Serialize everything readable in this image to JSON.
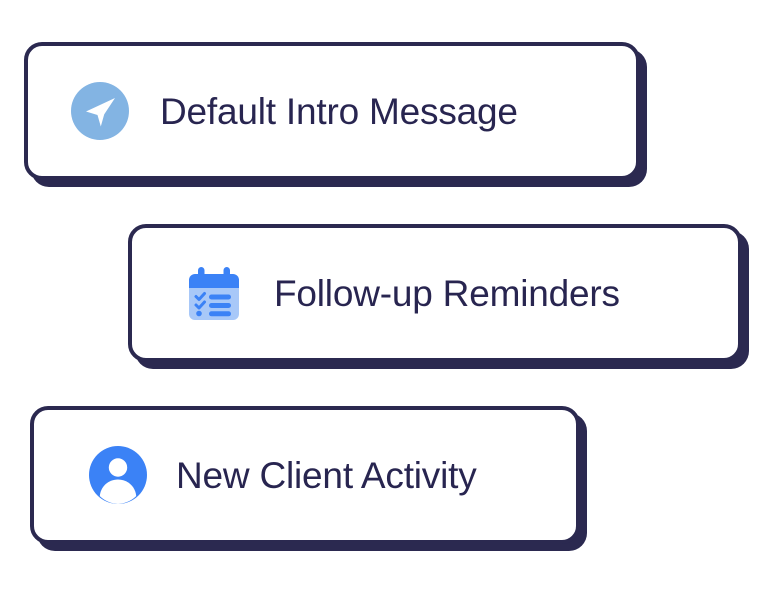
{
  "page": {
    "background_color": "#ffffff",
    "accent_navy": "#2b2950",
    "accent_blue": "#3b82f6",
    "accent_blue_light": "#83b4e3",
    "accent_blue_pale": "#a8c8f8"
  },
  "cards": [
    {
      "id": "default-intro-message",
      "label": "Default Intro Message",
      "icon": "paper-plane-icon",
      "icon_circle_color": "#83b4e3",
      "icon_glyph_color": "#ffffff"
    },
    {
      "id": "follow-up-reminders",
      "label": "Follow-up Reminders",
      "icon": "calendar-checklist-icon",
      "icon_header_color": "#3b82f6",
      "icon_body_color": "#a8c8f8"
    },
    {
      "id": "new-client-activity",
      "label": "New Client Activity",
      "icon": "user-avatar-icon",
      "icon_circle_color": "#3b82f6",
      "icon_glyph_color": "#ffffff"
    }
  ]
}
